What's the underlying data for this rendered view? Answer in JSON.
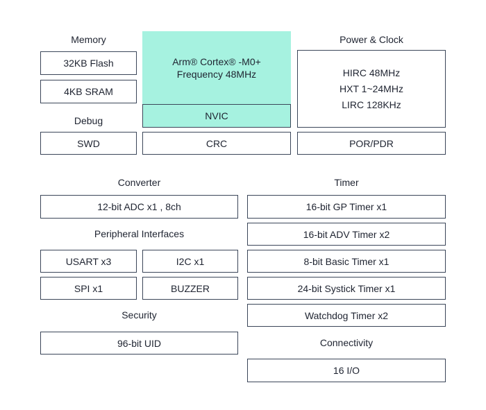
{
  "memory": {
    "heading": "Memory",
    "flash": "32KB Flash",
    "sram": "4KB SRAM"
  },
  "debug": {
    "heading": "Debug",
    "swd": "SWD"
  },
  "core": {
    "line1": "Arm® Cortex® -M0+",
    "line2": "Frequency 48MHz",
    "nvic": "NVIC",
    "crc": "CRC"
  },
  "power_clock": {
    "heading": "Power & Clock",
    "hirc": "HIRC 48MHz",
    "hxt": "HXT 1~24MHz",
    "lirc": "LIRC 128KHz",
    "por": "POR/PDR"
  },
  "converter": {
    "heading": "Converter",
    "adc": "12-bit ADC x1 , 8ch"
  },
  "peripheral": {
    "heading": "Peripheral Interfaces",
    "usart": "USART x3",
    "i2c": "I2C x1",
    "spi": "SPI x1",
    "buzzer": "BUZZER"
  },
  "security": {
    "heading": "Security",
    "uid": "96-bit UID"
  },
  "timer": {
    "heading": "Timer",
    "gp": "16-bit GP Timer x1",
    "adv": "16-bit  ADV Timer x2",
    "basic": "8-bit Basic Timer x1",
    "systick": "24-bit  Systick Timer x1",
    "watchdog": "Watchdog Timer x2"
  },
  "connectivity": {
    "heading": "Connectivity",
    "io": "16 I/O"
  },
  "colors": {
    "accent": "#a6f2e0",
    "border": "#3a4558"
  }
}
